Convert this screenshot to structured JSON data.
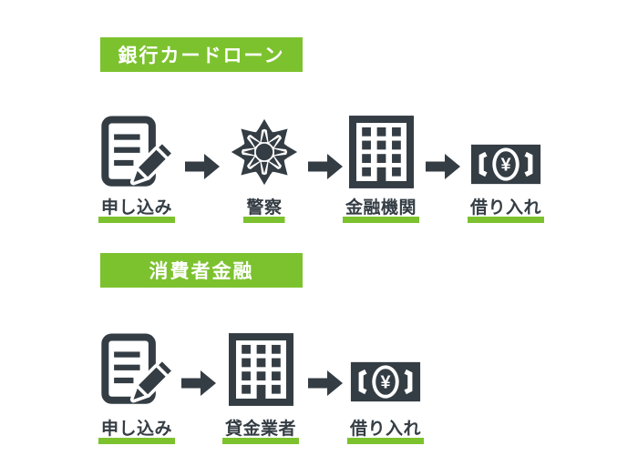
{
  "colors": {
    "accent_green": "#7cc22e",
    "icon_dark": "#343d44",
    "header_text": "#ffffff",
    "background": "#ffffff"
  },
  "sections": [
    {
      "header": "銀行カードローン",
      "steps": [
        {
          "icon": "application-form-icon",
          "label": "申し込み"
        },
        {
          "icon": "police-emblem-icon",
          "label": "警察"
        },
        {
          "icon": "bank-building-icon",
          "label": "金融機関"
        },
        {
          "icon": "yen-banknote-icon",
          "label": "借り入れ"
        }
      ]
    },
    {
      "header": "消費者金融",
      "steps": [
        {
          "icon": "application-form-icon",
          "label": "申し込み"
        },
        {
          "icon": "lender-building-icon",
          "label": "貸金業者"
        },
        {
          "icon": "yen-banknote-icon",
          "label": "借り入れ"
        }
      ]
    }
  ],
  "yen_symbol": "¥"
}
